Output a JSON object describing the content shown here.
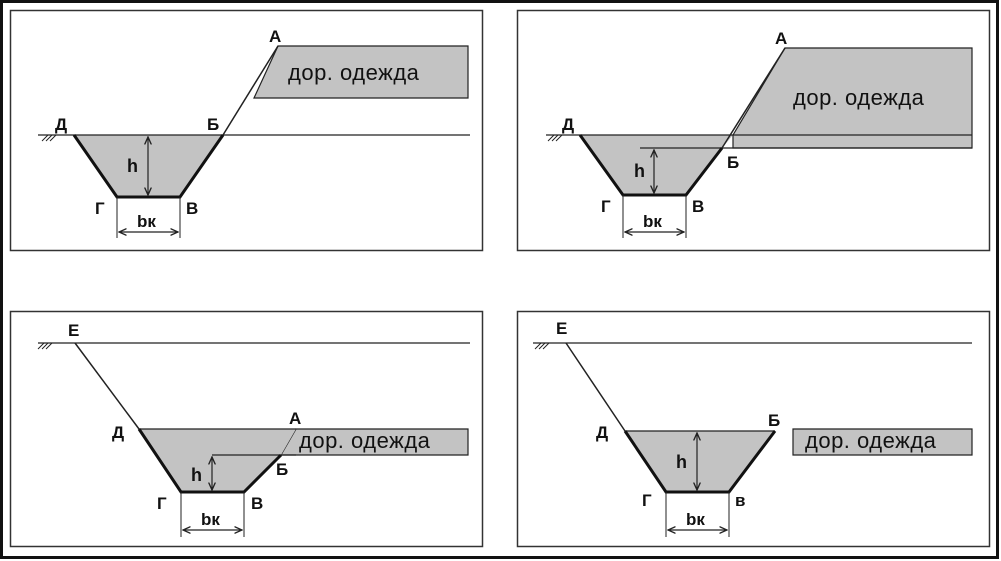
{
  "panels": [
    {
      "id": "top-left",
      "points": {
        "A": "А",
        "B": "Б",
        "V": "В",
        "G": "Г",
        "D": "Д"
      },
      "road_label": "дор. одежда",
      "depth_label": "h",
      "width_label": "bк"
    },
    {
      "id": "top-right",
      "points": {
        "A": "А",
        "B": "Б",
        "V": "В",
        "G": "Г",
        "D": "Д"
      },
      "road_label": "дор. одежда",
      "depth_label": "h",
      "width_label": "bк"
    },
    {
      "id": "bottom-left",
      "points": {
        "E": "Е",
        "A": "А",
        "B": "Б",
        "V": "В",
        "G": "Г",
        "D": "Д"
      },
      "road_label": "дор. одежда",
      "depth_label": "h",
      "width_label": "bк"
    },
    {
      "id": "bottom-right",
      "points": {
        "E": "Е",
        "B": "Б",
        "V": "в",
        "G": "Г",
        "D": "Д"
      },
      "road_label": "дор. одежда",
      "depth_label": "h",
      "width_label": "bк"
    }
  ],
  "colors": {
    "fill_gray": "#c3c3c3",
    "line": "#222222",
    "frame": "#111111",
    "background": "#ffffff"
  }
}
